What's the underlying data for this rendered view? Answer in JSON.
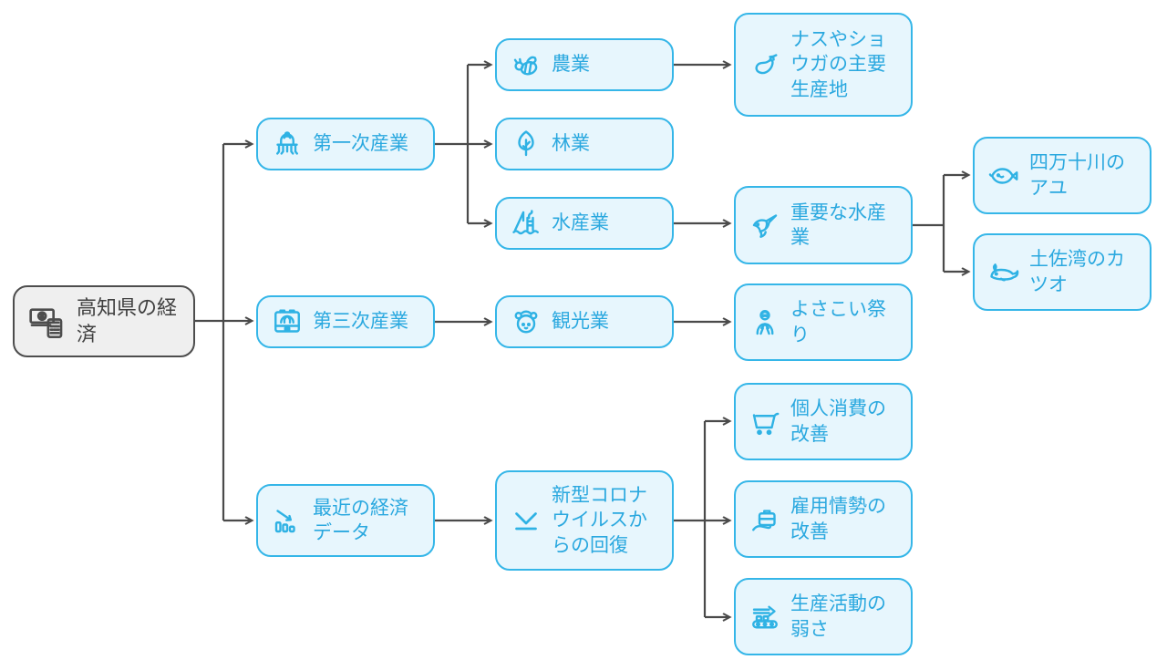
{
  "diagram_title": "高知県の経済",
  "colors": {
    "accent_border": "#35b6e8",
    "node_fill": "#e7f6fd",
    "node_text": "#2aa8df",
    "icon_cyan": "#2fb2e4",
    "root_border": "#4d4d4d",
    "root_fill": "#efefef",
    "root_text": "#404040",
    "connector": "#4a4a4a",
    "background": "#ffffff"
  },
  "nodes": {
    "root": {
      "label": "高知県の経済",
      "icon": "money-calculator-icon"
    },
    "primary_industry": {
      "label": "第一次産業",
      "icon": "tiller-machine-icon"
    },
    "agriculture": {
      "label": "農業",
      "icon": "bee-icon"
    },
    "forestry": {
      "label": "林業",
      "icon": "tree-icon"
    },
    "fishery": {
      "label": "水産業",
      "icon": "fishing-port-icon"
    },
    "produce_region": {
      "label": "ナスやショウガの主要生産地",
      "icon": "eggplant-icon"
    },
    "important_fishery": {
      "label": "重要な水産業",
      "icon": "fish-icon"
    },
    "ayu": {
      "label": "四万十川のアユ",
      "icon": "ayu-fish-icon"
    },
    "katsuo": {
      "label": "土佐湾のカツオ",
      "icon": "whale-icon"
    },
    "tertiary_industry": {
      "label": "第三次産業",
      "icon": "open-suitcase-icon"
    },
    "tourism": {
      "label": "観光業",
      "icon": "kokeshi-face-icon"
    },
    "yosakoi": {
      "label": "よさこい祭り",
      "icon": "dancer-icon"
    },
    "recent_data": {
      "label": "最近の経済データ",
      "icon": "declining-chart-icon"
    },
    "covid_recovery": {
      "label": "新型コロナウイルスからの回復",
      "icon": "recovery-check-icon"
    },
    "consumption": {
      "label": "個人消費の改善",
      "icon": "shopping-cart-icon"
    },
    "employment": {
      "label": "雇用情勢の改善",
      "icon": "hand-briefcase-icon"
    },
    "production": {
      "label": "生産活動の弱さ",
      "icon": "conveyor-belt-icon"
    }
  }
}
